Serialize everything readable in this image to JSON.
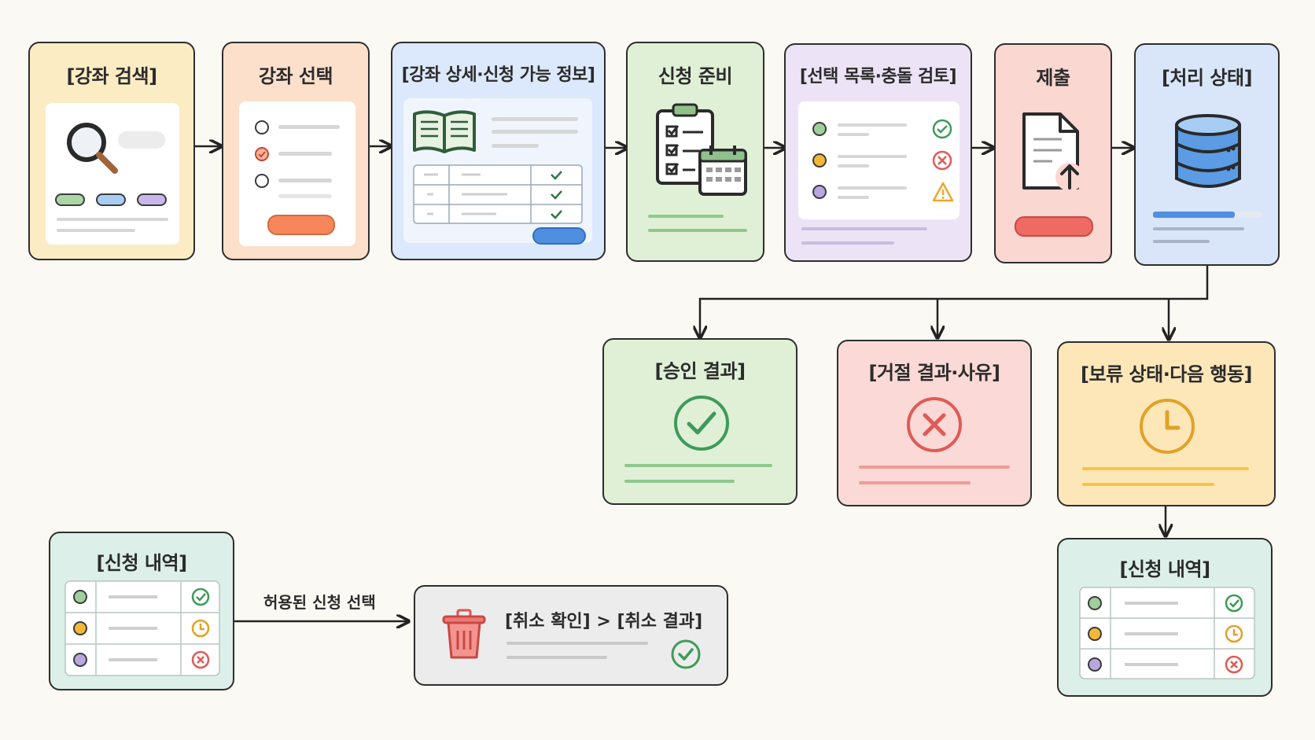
{
  "colors": {
    "stroke": "#2e2e2e",
    "search": "#fcecc4",
    "select": "#fde0cc",
    "detail": "#dce8fb",
    "prepare": "#e0f0d6",
    "review": "#ece4f6",
    "submit": "#fbd7d2",
    "status": "#d9e6fa",
    "approve": "#dff0d7",
    "reject": "#fbd9d6",
    "hold": "#fde7b8",
    "history": "#dcefe9",
    "cancel": "#ececec",
    "green": "#3f9a5a",
    "red": "#e05a55",
    "orange": "#f3a637",
    "purple": "#9b85cf",
    "blue": "#4f8fe0"
  },
  "steps": {
    "search": {
      "title": "[강좌 검색]",
      "icon": "magnifier-icon"
    },
    "select": {
      "title": "강좌 선택",
      "icon": "radio-list-icon"
    },
    "detail": {
      "title": "[강좌 상세·신청 가능 정보]",
      "icon": "open-book-icon"
    },
    "prepare": {
      "title": "신청 준비",
      "icon": "clipboard-calendar-icon"
    },
    "review": {
      "title": "[선택 목록·충돌 검토]",
      "icon": "status-list-icon"
    },
    "submit": {
      "title": "제출",
      "icon": "upload-document-icon"
    },
    "status": {
      "title": "[처리 상태]",
      "icon": "database-icon"
    }
  },
  "outcomes": {
    "approve": {
      "title": "[승인 결과]",
      "icon": "check-circle-icon"
    },
    "reject": {
      "title": "[거절 결과·사유]",
      "icon": "x-circle-icon"
    },
    "hold": {
      "title": "[보류 상태·다음 행동]",
      "icon": "clock-icon"
    }
  },
  "history_left": {
    "title": "[신청 내역]"
  },
  "history_right": {
    "title": "[신청 내역]"
  },
  "cancel": {
    "title": "[취소 확인] > [취소 결과]",
    "icon": "trash-icon"
  },
  "edge_label": "허용된 신청 선택"
}
